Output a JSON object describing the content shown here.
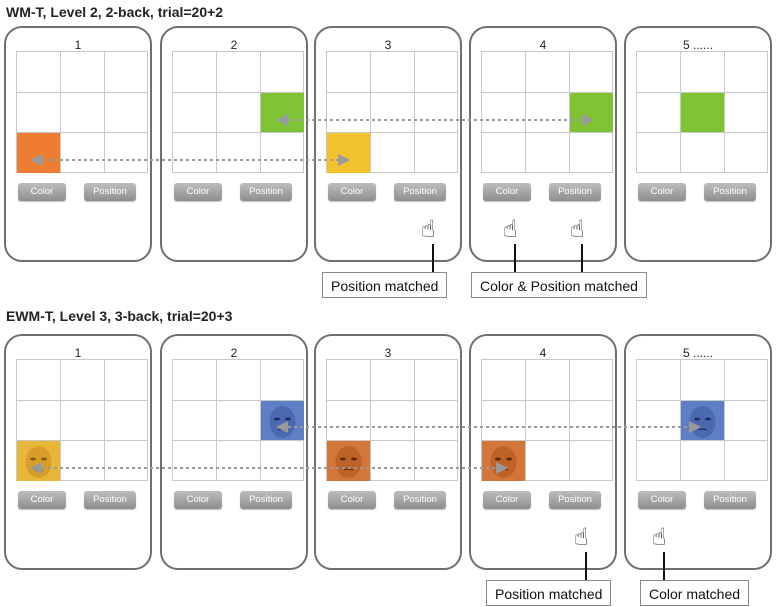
{
  "section1": {
    "title": "WM-T, Level 2,  2-back,  trial=20+2",
    "panels": [
      {
        "label": "1"
      },
      {
        "label": "2"
      },
      {
        "label": "3"
      },
      {
        "label": "4"
      },
      {
        "label": "5 ......"
      }
    ],
    "stimulus_colors": {
      "orange": "#ed7d31",
      "green": "#7dc334",
      "yellow": "#f2c12e"
    }
  },
  "section2": {
    "title": "EWM-T, Level 3,  3-back,  trial=20+3",
    "panels": [
      {
        "label": "1"
      },
      {
        "label": "2"
      },
      {
        "label": "3"
      },
      {
        "label": "4"
      },
      {
        "label": "5 ......"
      }
    ],
    "stimulus_colors": {
      "yellow": "#e8b73a",
      "blue": "#5f7fc4",
      "orange": "#d2763a"
    }
  },
  "buttons": {
    "color": "Color",
    "position": "Position"
  },
  "callouts": {
    "s1_position_matched": "Position matched",
    "s1_color_position_matched": "Color & Position matched",
    "s2_position_matched": "Position matched",
    "s2_color_matched": "Color matched"
  },
  "icons": {
    "pointer": "hand-pointer-icon",
    "face": "face-image"
  }
}
